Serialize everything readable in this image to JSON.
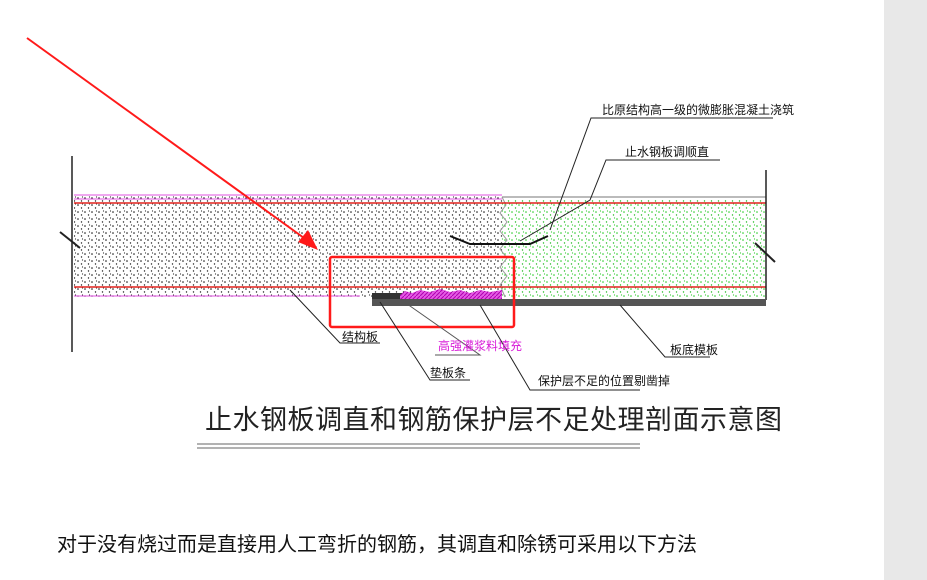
{
  "drawing": {
    "labels": {
      "concrete_note": "比原结构高一级的微膨胀混凝土浇筑",
      "waterstop": "止水钢板调顺直",
      "slab": "结构板",
      "grout": "高强灌浆料填充",
      "spacer": "垫板条",
      "cover": "保护层不足的位置剔凿掉",
      "formwork": "板底模板"
    },
    "title": "止水钢板调直和钢筋保护层不足处理剖面示意图",
    "colors": {
      "rebar": "#e0201b",
      "annotation": "#ff1a1a",
      "grout": "#d81bd8",
      "new_concrete_dots": "#22cc22",
      "old_concrete_dots": "#111111"
    }
  },
  "body_text": "对于没有烧过而是直接用人工弯折的钢筋，其调直和除锈可采用以下方法"
}
